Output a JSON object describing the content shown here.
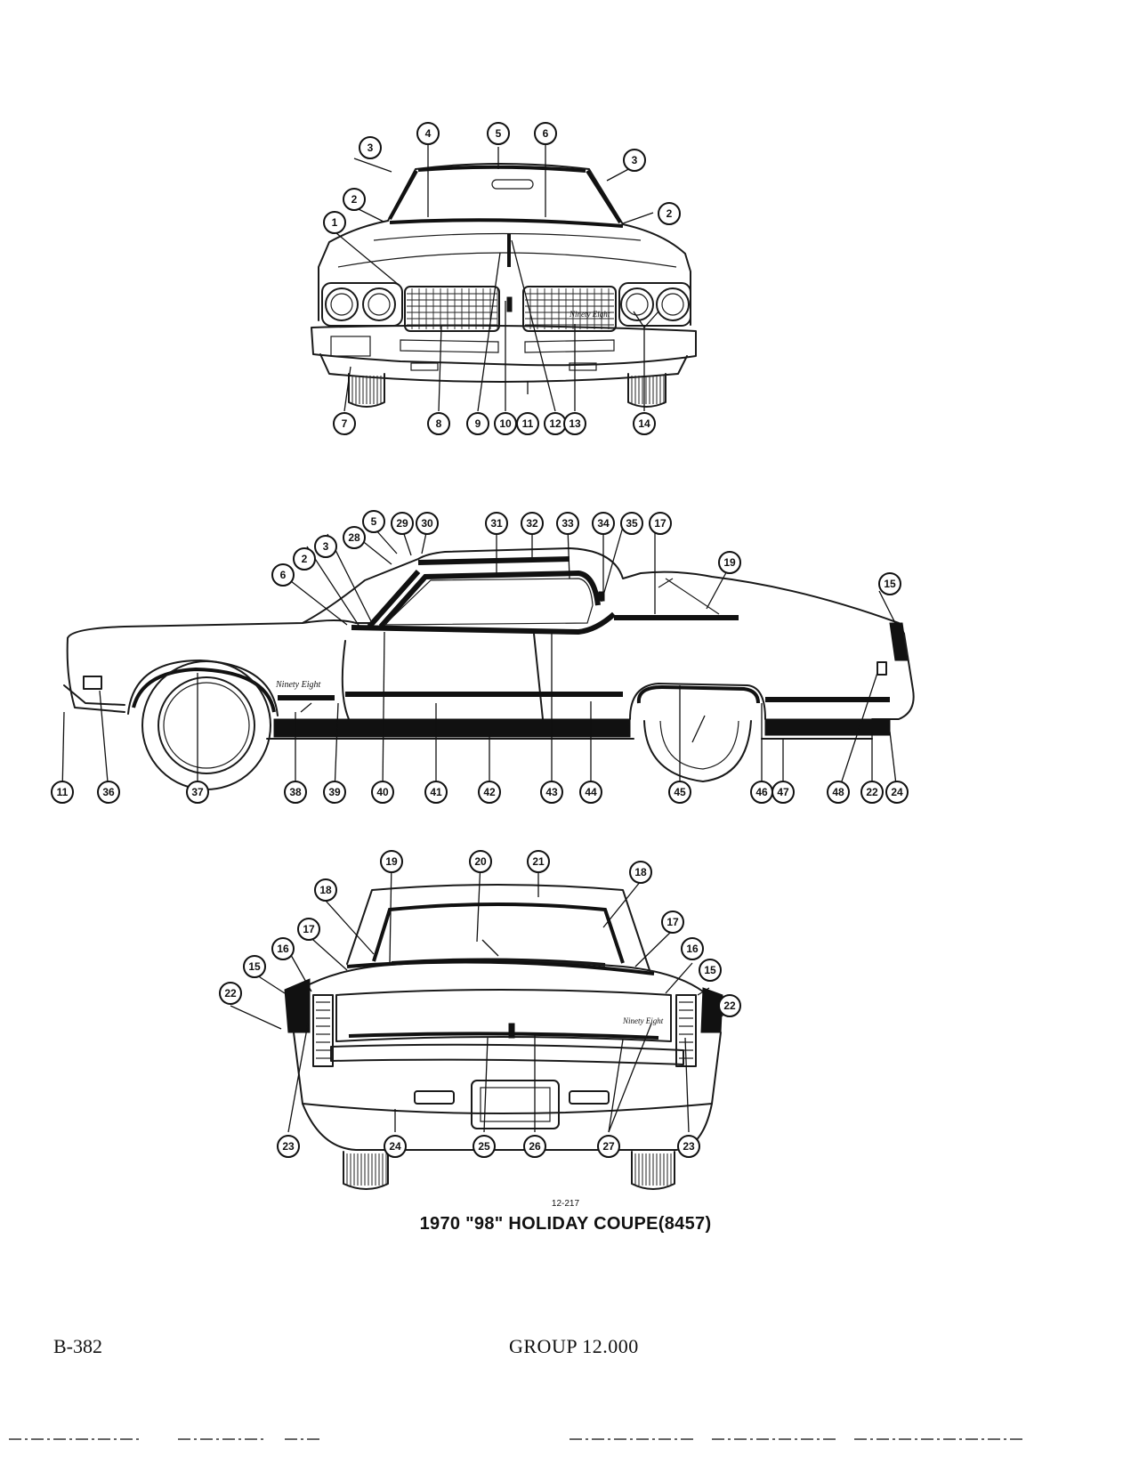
{
  "figure": {
    "code": "12-217",
    "title": "1970 \"98\" HOLIDAY COUPE(8457)"
  },
  "footer": {
    "page": "B-382",
    "group": "GROUP 12.000"
  },
  "script_emblem_text": "Ninety Eight",
  "front_callouts": [
    "1",
    "2",
    "2",
    "3",
    "3",
    "4",
    "5",
    "6",
    "7",
    "8",
    "9",
    "10",
    "11",
    "12",
    "13",
    "14"
  ],
  "side_callouts": [
    "2",
    "3",
    "5",
    "6",
    "11",
    "15",
    "17",
    "19",
    "22",
    "24",
    "28",
    "29",
    "30",
    "31",
    "32",
    "33",
    "34",
    "35",
    "36",
    "37",
    "38",
    "39",
    "40",
    "41",
    "42",
    "43",
    "44",
    "45",
    "46",
    "47",
    "48"
  ],
  "rear_callouts": [
    "15",
    "15",
    "16",
    "16",
    "17",
    "17",
    "18",
    "18",
    "19",
    "20",
    "21",
    "22",
    "22",
    "23",
    "23",
    "24",
    "25",
    "26",
    "27"
  ]
}
